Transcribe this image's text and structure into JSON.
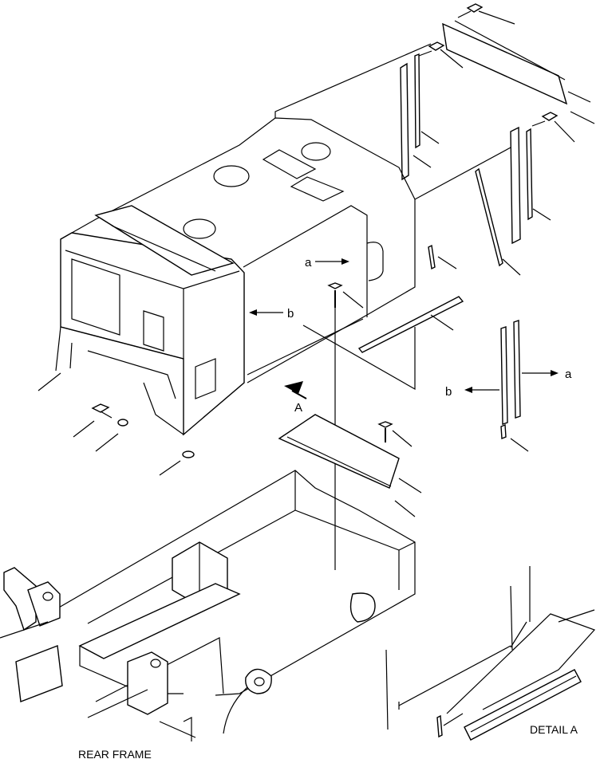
{
  "labels": {
    "arrow_a_top": "a",
    "arrow_b_housing": "b",
    "view_arrow": "A",
    "side_b": "b",
    "side_a": "a",
    "detail": "DETAIL A",
    "rear_frame": "REAR FRAME"
  }
}
